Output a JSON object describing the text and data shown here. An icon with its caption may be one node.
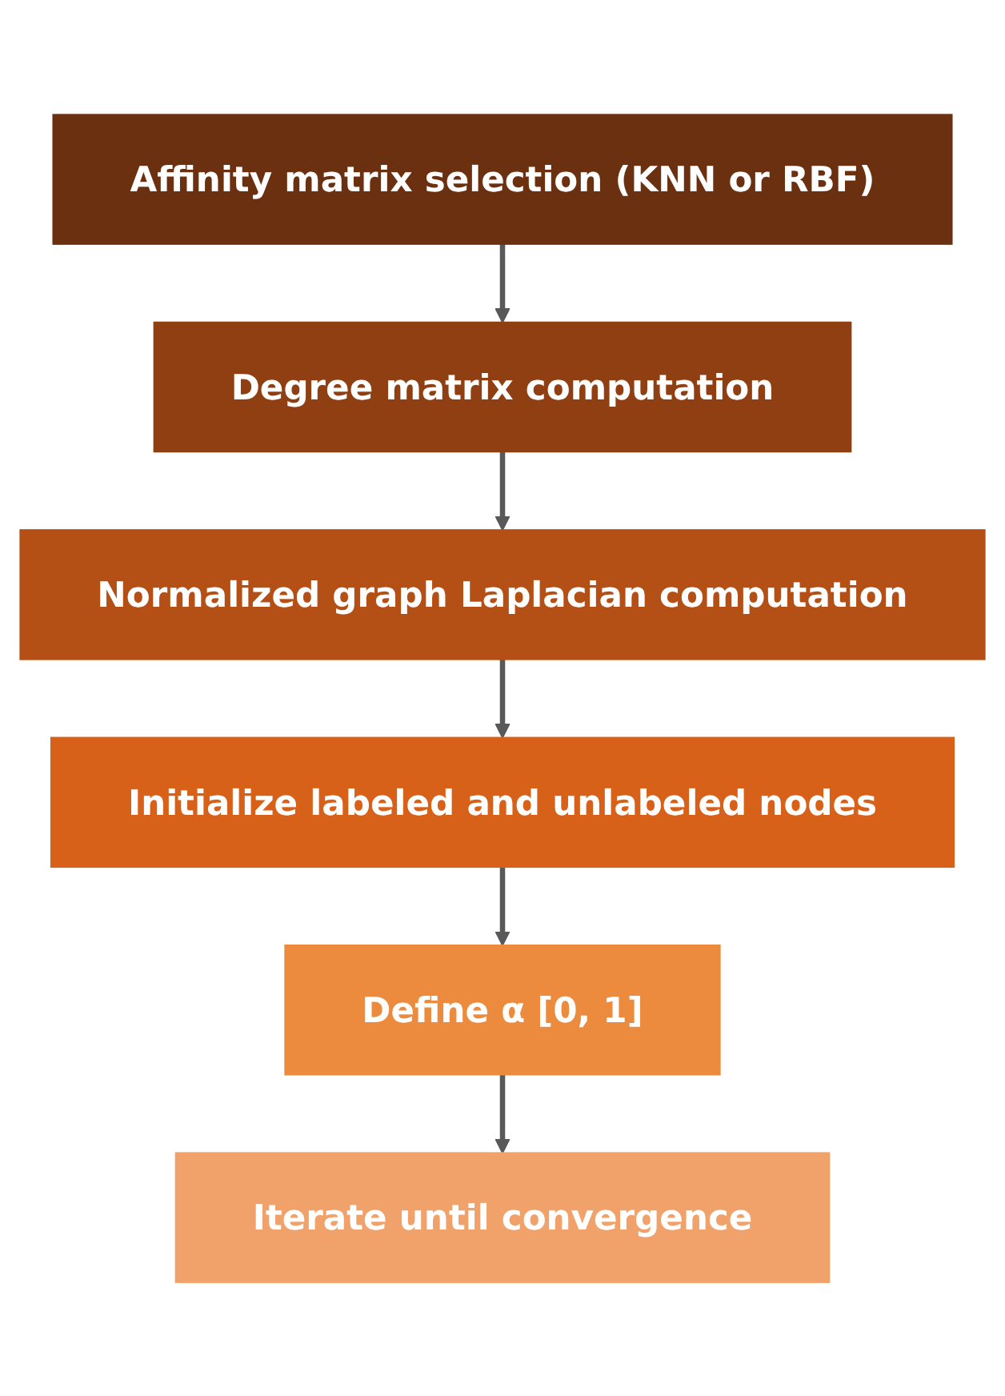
{
  "diagram": {
    "nodes": [
      {
        "text": [
          "Affinity matrix selection (KNN or RBF)"
        ]
      },
      {
        "text": [
          "Degree matrix computation"
        ]
      },
      {
        "text": [
          "Normalized graph Laplacian computation"
        ]
      },
      {
        "text": [
          "Initialize labeled and unlabeled nodes"
        ]
      },
      {
        "text": [
          "Define α [0, 1]"
        ]
      },
      {
        "text": [
          "Iterate until convergence"
        ]
      }
    ],
    "edges": [
      {
        "from": 0,
        "to": 1,
        "arrow": "to"
      },
      {
        "from": 1,
        "to": 2,
        "arrow": "to"
      },
      {
        "from": 2,
        "to": 3,
        "arrow": "to"
      },
      {
        "from": 3,
        "to": 4,
        "arrow": "to"
      },
      {
        "from": 4,
        "to": 5,
        "arrow": "to"
      }
    ]
  }
}
